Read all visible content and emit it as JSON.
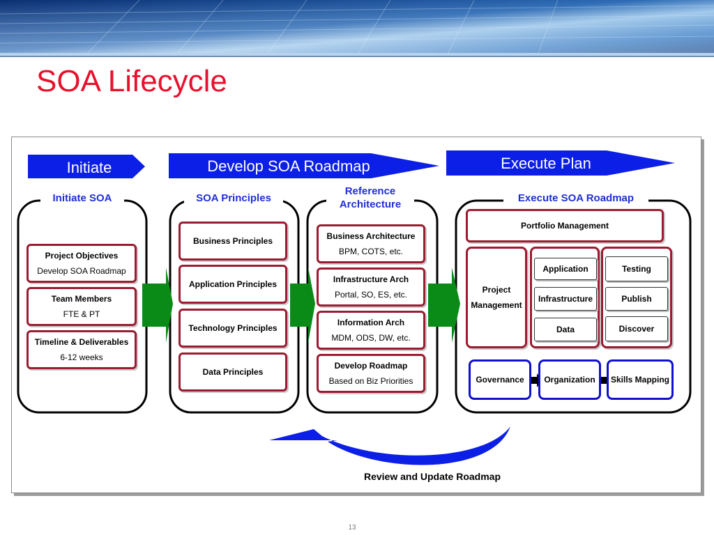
{
  "slide": {
    "title": "SOA Lifecycle",
    "page_number": "13"
  },
  "phases": [
    "Initiate",
    "Develop SOA Roadmap",
    "Execute Plan"
  ],
  "columns": {
    "initiate": {
      "header": "Initiate SOA",
      "items": [
        {
          "title": "Project Objectives",
          "detail": "Develop SOA Roadmap"
        },
        {
          "title": "Team Members",
          "detail": "FTE & PT"
        },
        {
          "title": "Timeline & Deliverables",
          "detail": "6-12 weeks"
        }
      ]
    },
    "principles": {
      "header": "SOA Principles",
      "items": [
        "Business Principles",
        "Application Principles",
        "Technology Principles",
        "Data Principles"
      ]
    },
    "reference": {
      "header_line1": "Reference",
      "header_line2": "Architecture",
      "items": [
        {
          "title": "Business Architecture",
          "detail": "BPM, COTS, etc."
        },
        {
          "title": "Infrastructure Arch",
          "detail": "Portal, SO, ES, etc."
        },
        {
          "title": "Information Arch",
          "detail": "MDM, ODS, DW, etc."
        },
        {
          "title": "Develop Roadmap",
          "detail": "Based on Biz Priorities"
        }
      ]
    },
    "execute": {
      "header": "Execute SOA Roadmap",
      "portfolio": "Portfolio Management",
      "project_line1": "Project",
      "project_line2": "Management",
      "middle_items": [
        "Application",
        "Infrastructure",
        "Data"
      ],
      "right_items": [
        "Testing",
        "Publish",
        "Discover"
      ],
      "bottom_items": [
        "Governance",
        "Organization",
        "Skills Mapping"
      ]
    }
  },
  "review_label": "Review and Update Roadmap",
  "colors": {
    "title": "#e8112d",
    "header_text": "#1f2fd6",
    "phase_arrow": "#0c1fe6",
    "box_border_red": "#9b1b30",
    "box_border_blue": "#1010cc",
    "green_arrow": "#0a8a16"
  }
}
